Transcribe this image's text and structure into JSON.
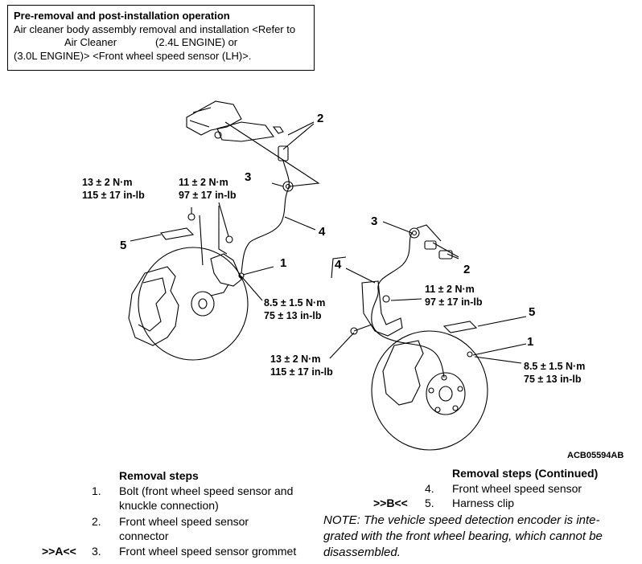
{
  "preop": {
    "title": "Pre-removal and post-installation operation",
    "line1": "Air cleaner body assembly removal and installation <Refer to",
    "line2a": "Air Cleaner",
    "line2b": "(2.4L ENGINE) or",
    "line3": "(3.0L ENGINE)> <Front wheel speed sensor (LH)>."
  },
  "diagram": {
    "callouts": {
      "left_1": "1",
      "left_2": "2",
      "left_3": "3",
      "left_4": "4",
      "left_5": "5",
      "right_1": "1",
      "right_2": "2",
      "right_3": "3",
      "right_4": "4",
      "right_5": "5"
    },
    "torques": {
      "left_5_nm": "13 ± 2 N·m",
      "left_5_inlb": "115 ± 17 in-lb",
      "left_3_nm": "11 ± 2 N·m",
      "left_3_inlb": "97 ± 17 in-lb",
      "left_1_nm": "8.5 ± 1.5 N·m",
      "left_1_inlb": "75 ± 13 in-lb",
      "right_3_nm": "11 ± 2 N·m",
      "right_3_inlb": "97 ± 17 in-lb",
      "right_5_nm": "13 ± 2 N·m",
      "right_5_inlb": "115 ± 17 in-lb",
      "right_1_nm": "8.5 ± 1.5 N·m",
      "right_1_inlb": "75 ± 13 in-lb"
    },
    "figure_code": "ACB05594AB"
  },
  "removal": {
    "heading": "Removal steps",
    "steps": [
      {
        "num": "1.",
        "ref": "",
        "lines": [
          "Bolt (front wheel speed sensor and",
          "knuckle connection)"
        ]
      },
      {
        "num": "2.",
        "ref": "",
        "lines": [
          "Front wheel speed sensor",
          "connector"
        ]
      },
      {
        "num": "3.",
        "ref": ">>A<<",
        "lines": [
          "Front wheel speed sensor grommet"
        ]
      }
    ]
  },
  "removal_cont": {
    "heading": "Removal steps (Continued)",
    "steps": [
      {
        "num": "4.",
        "ref": "",
        "line": "Front wheel speed sensor"
      },
      {
        "num": "5.",
        "ref": ">>B<<",
        "line": "Harness clip"
      }
    ]
  },
  "note": {
    "line1": "NOTE: The vehicle speed detection encoder is inte-",
    "line2": "grated with the front wheel bearing, which cannot be",
    "line3": "disassembled."
  }
}
